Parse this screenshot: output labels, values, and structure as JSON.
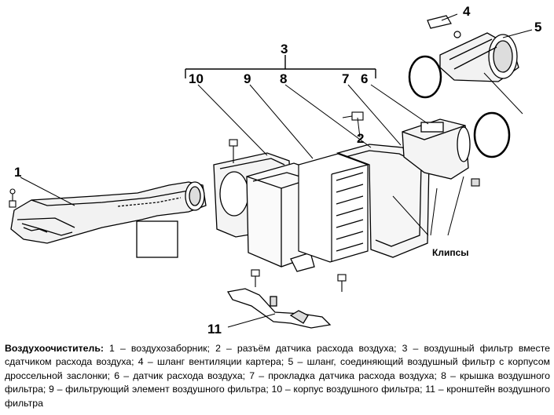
{
  "callouts": {
    "n1": "1",
    "n2": "2",
    "n3": "3",
    "n4": "4",
    "n5": "5",
    "n6": "6",
    "n7": "7",
    "n8": "8",
    "n9": "9",
    "n10": "10",
    "n11": "11"
  },
  "clips_label": "Клипсы",
  "caption": {
    "title": "Воздухоочиститель:",
    "text": " 1 – воздухозаборник; 2 – разъём датчика расхода воздуха; 3 – воздушный фильтр вместе сдатчиком расхода воздуха; 4 – шланг вентиляции картера; 5 – шланг, соединяющий воздушный фильтр с корпусом дроссельной заслонки; 6 – датчик расхода воздуха; 7 – прокладка датчика расхода воздуха; 8 – крышка воздушного фильтра; 9 – фильтрующий элемент воздушного фильтра; 10 – корпус воздушного фильтра; 11 – кронштейн воздушного фильтра"
  }
}
